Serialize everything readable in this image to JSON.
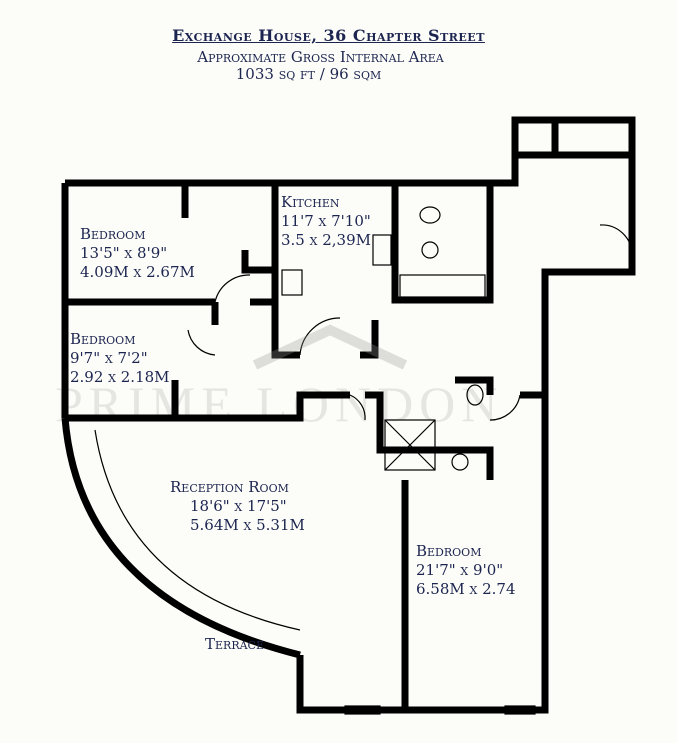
{
  "header": {
    "title": "Exchange House, 36 Chapter Street",
    "subtitle": "Approximate Gross Internal Area",
    "area": "1033 sq ft / 96 sqm"
  },
  "rooms": [
    {
      "name": "Bedroom",
      "imperial": "13'5\" x 8'9\"",
      "metric": "4.09M x 2.67M"
    },
    {
      "name": "Kitchen",
      "imperial": "11'7 x 7'10\"",
      "metric": "3.5 x 2,39M"
    },
    {
      "name": "Bedroom",
      "imperial": "9'7\" x 7'2\"",
      "metric": "2.92 x 2.18M"
    },
    {
      "name": "Reception Room",
      "imperial": "18'6\" x 17'5\"",
      "metric": "5.64M x 5.31M"
    },
    {
      "name": "Bedroom",
      "imperial": "21'7\" x 9'0\"",
      "metric": "6.58M x 2.74"
    },
    {
      "name": "Terrace"
    }
  ],
  "watermark": "PRIME LONDON",
  "colors": {
    "text": "#1c2550",
    "wall": "#000000",
    "background": "#fcfcf8"
  }
}
